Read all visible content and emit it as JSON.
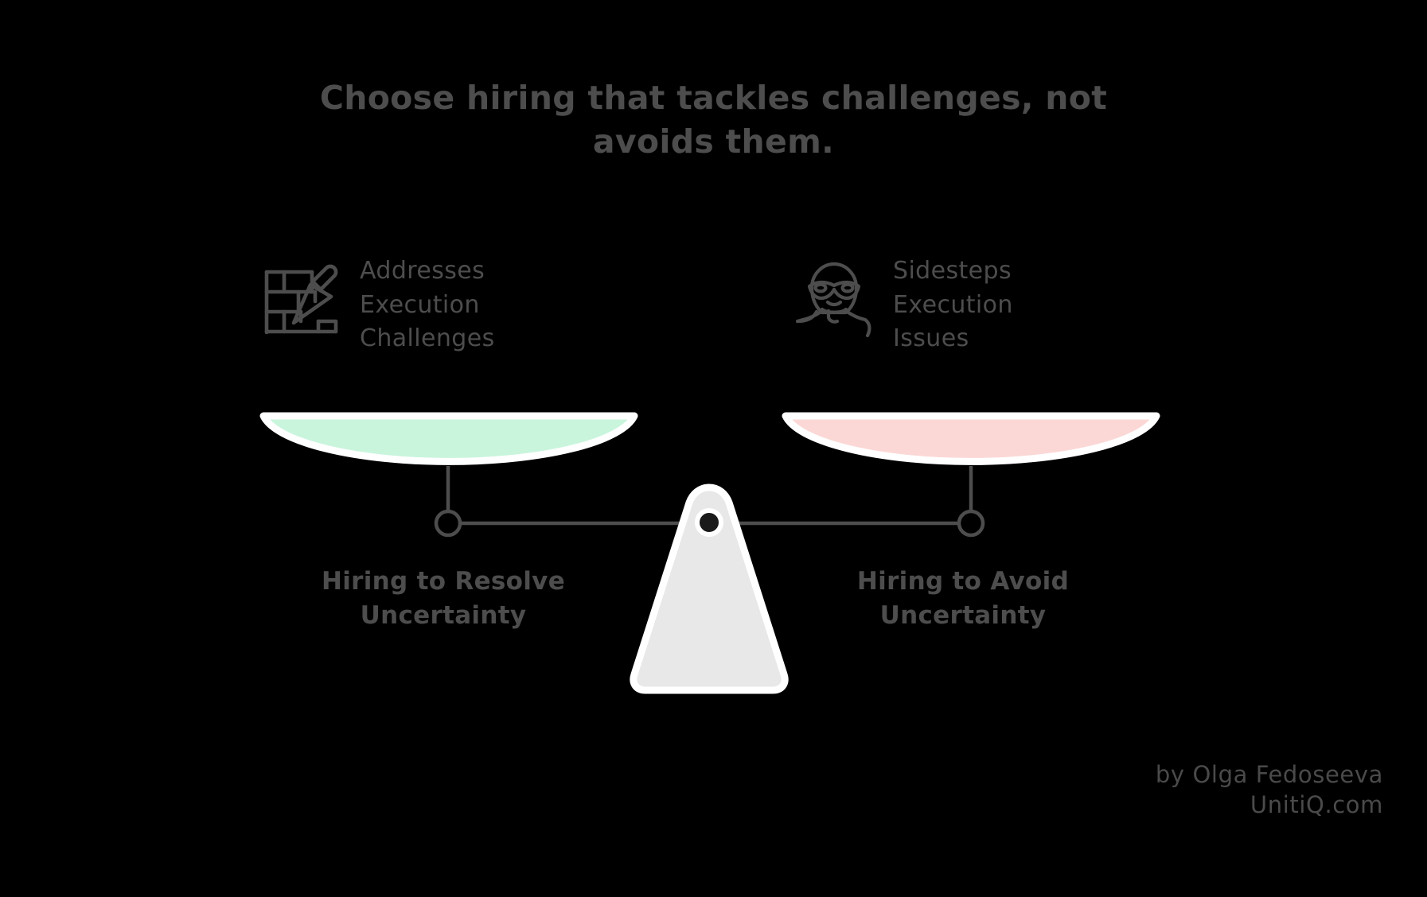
{
  "background_color": "#000000",
  "text_color": "#4d4d4d",
  "title": {
    "line1": "Choose hiring that tackles challenges, not",
    "line2": "avoids them.",
    "full": "Choose hiring that tackles challenges, not avoids them."
  },
  "left": {
    "icon": "brick-wall-trowel-icon",
    "caption_line1": "Addresses",
    "caption_line2": "Execution",
    "caption_line3": "Challenges",
    "pan_color": "#c9f5dd",
    "pan_border": "#ffffff",
    "label_line1": "Hiring to Resolve",
    "label_line2": "Uncertainty"
  },
  "right": {
    "icon": "masked-burglar-icon",
    "caption_line1": "Sidesteps",
    "caption_line2": "Execution",
    "caption_line3": "Issues",
    "pan_color": "#fbd8d6",
    "pan_border": "#ffffff",
    "label_line1": "Hiring to Avoid",
    "label_line2": "Uncertainty"
  },
  "scale": {
    "beam_color": "#4d4d4d",
    "fulcrum_color": "#e8e8e8",
    "fulcrum_border": "#ffffff",
    "pivot_color": "#1a1a1a"
  },
  "credit": {
    "line1": "by Olga Fedoseeva",
    "line2": "UnitiQ.com"
  }
}
